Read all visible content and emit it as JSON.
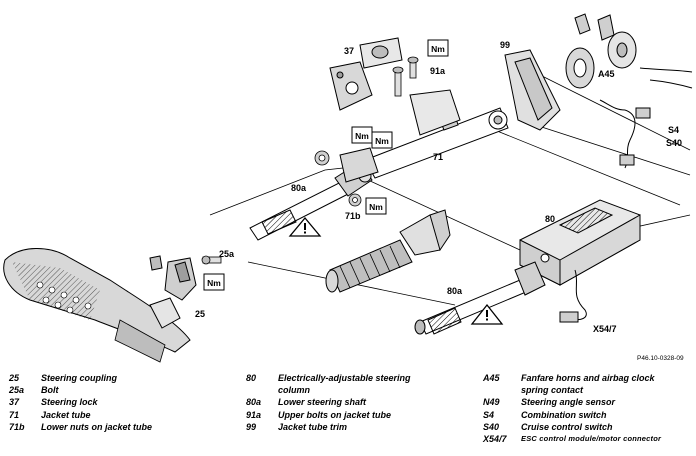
{
  "callouts": {
    "c37": "37",
    "c91a": "91a",
    "c99": "99",
    "cA45": "A45",
    "cS4": "S4",
    "cS40": "S40",
    "c71": "71",
    "c80a_upper": "80a",
    "c71b": "71b",
    "c80": "80",
    "c25a": "25a",
    "c25": "25",
    "c80a_lower": "80a",
    "cX54": "X54/7"
  },
  "torque_label": "Nm",
  "reference_number": "P46.10-0328-09",
  "legend": {
    "col1": [
      {
        "key": "25",
        "desc": "Steering coupling"
      },
      {
        "key": "25a",
        "desc": "Bolt"
      },
      {
        "key": "37",
        "desc": "Steering lock"
      },
      {
        "key": "71",
        "desc": "Jacket tube"
      },
      {
        "key": "71b",
        "desc": "Lower nuts on jacket tube"
      }
    ],
    "col2": [
      {
        "key": "80",
        "desc": "Electrically-adjustable steering column"
      },
      {
        "key": "80a",
        "desc": "Lower steering shaft"
      },
      {
        "key": "91a",
        "desc": "Upper bolts on jacket tube"
      },
      {
        "key": "99",
        "desc": "Jacket tube trim"
      }
    ],
    "col3": [
      {
        "key": "A45",
        "desc": "Fanfare horns and airbag clock spring contact"
      },
      {
        "key": "N49",
        "desc": "Steering angle sensor"
      },
      {
        "key": "S4",
        "desc": "Combination switch"
      },
      {
        "key": "S40",
        "desc": "Cruise control switch"
      },
      {
        "key": "X54/7",
        "desc": "ESC control module/motor connector"
      }
    ]
  }
}
